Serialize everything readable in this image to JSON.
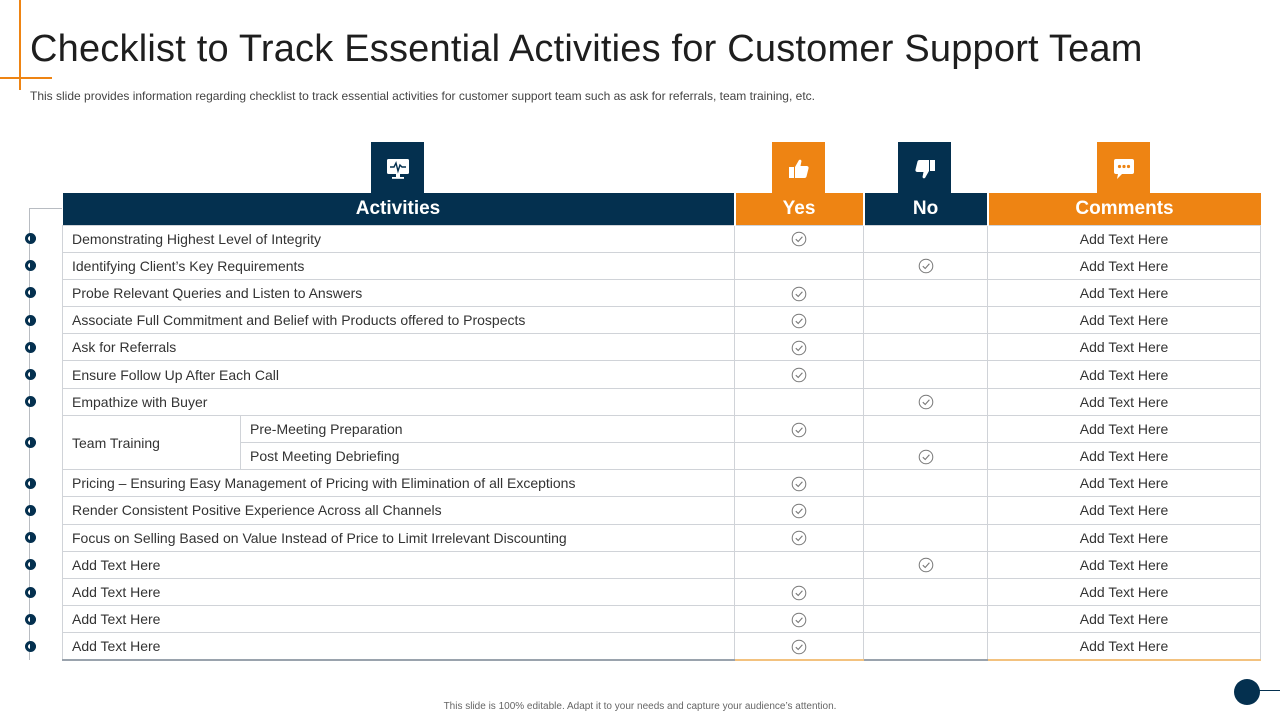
{
  "title": "Checklist to Track Essential Activities for Customer Support Team",
  "subtitle": "This slide provides  information  regarding  checklist to track essential activities for customer support team such as ask for referrals,  team training, etc.",
  "icons": {
    "activities": "monitor-pulse-icon",
    "yes": "thumbs-up-icon",
    "no": "thumbs-down-icon",
    "comments": "chat-bubble-icon"
  },
  "colors": {
    "navy": "#04304f",
    "orange": "#ee8413"
  },
  "table": {
    "headers": {
      "activities": "Activities",
      "yes": "Yes",
      "no": "No",
      "comments": "Comments"
    },
    "rows": [
      {
        "activity": "Demonstrating Highest Level of Integrity",
        "yes": true,
        "no": false,
        "comment": "Add Text Here"
      },
      {
        "activity": "Identifying Client’s Key Requirements",
        "yes": false,
        "no": true,
        "comment": "Add Text Here"
      },
      {
        "activity": "Probe Relevant Queries and Listen to Answers",
        "yes": true,
        "no": false,
        "comment": "Add Text Here"
      },
      {
        "activity": "Associate Full Commitment and Belief with Products offered to Prospects",
        "yes": true,
        "no": false,
        "comment": "Add Text Here"
      },
      {
        "activity": "Ask for Referrals",
        "yes": true,
        "no": false,
        "comment": "Add Text Here"
      },
      {
        "activity": "Ensure Follow Up After Each Call",
        "yes": true,
        "no": false,
        "comment": "Add Text Here"
      },
      {
        "activity": "Empathize with Buyer",
        "yes": false,
        "no": true,
        "comment": "Add Text Here"
      },
      {
        "activity": "Team Training",
        "sub": "Pre-Meeting Preparation",
        "yes": true,
        "no": false,
        "comment": "Add Text Here"
      },
      {
        "activity": "Team Training",
        "sub": "Post Meeting Debriefing",
        "yes": false,
        "no": true,
        "comment": "Add Text Here"
      },
      {
        "activity": "Pricing – Ensuring Easy Management of Pricing with Elimination of all Exceptions",
        "yes": true,
        "no": false,
        "comment": "Add Text Here"
      },
      {
        "activity": "Render Consistent Positive Experience Across all Channels",
        "yes": true,
        "no": false,
        "comment": "Add Text Here"
      },
      {
        "activity": "Focus on Selling Based on Value Instead of Price to Limit Irrelevant Discounting",
        "yes": true,
        "no": false,
        "comment": "Add Text Here"
      },
      {
        "activity": "Add Text Here",
        "yes": false,
        "no": true,
        "comment": "Add Text Here"
      },
      {
        "activity": "Add Text Here",
        "yes": true,
        "no": false,
        "comment": "Add Text Here"
      },
      {
        "activity": "Add Text Here",
        "yes": true,
        "no": false,
        "comment": "Add Text Here"
      },
      {
        "activity": "Add Text Here",
        "yes": true,
        "no": false,
        "comment": "Add Text Here"
      }
    ]
  },
  "footer": "This slide is 100% editable.  Adapt it to your needs and capture your audience’s attention."
}
